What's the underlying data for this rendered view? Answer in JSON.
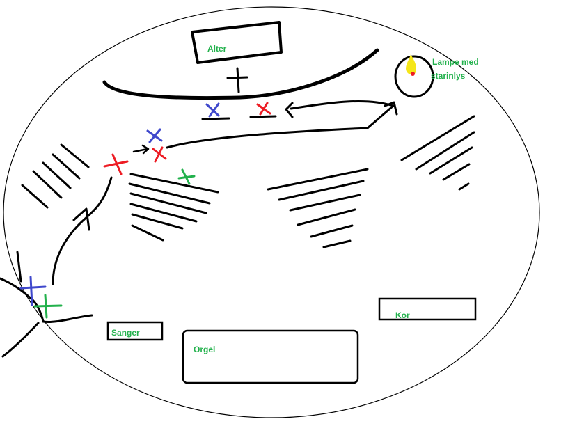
{
  "colors": {
    "ink": "#000000",
    "label": "#22b14c",
    "blue": "#3f48cc",
    "red": "#ed1c24",
    "green": "#22b14c",
    "flame": "#f5e619"
  },
  "labels": {
    "alter": "Alter",
    "lamp_line1": "Lampe med",
    "lamp_line2": "starinlys",
    "sanger": "Sanger",
    "orgel": "Orgel",
    "kor": "Kor"
  }
}
